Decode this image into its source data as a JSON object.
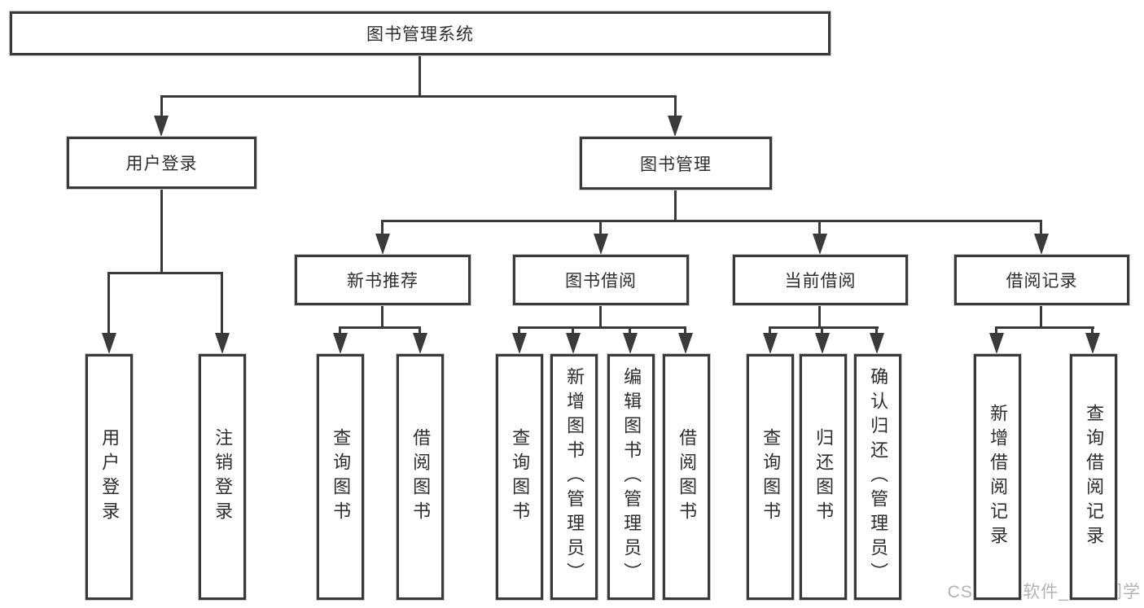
{
  "tree": {
    "label": "图书管理系统",
    "children": [
      {
        "label": "用户登录",
        "children": [
          {
            "label": "用户登录"
          },
          {
            "label": "注销登录"
          }
        ]
      },
      {
        "label": "图书管理",
        "children": [
          {
            "label": "新书推荐",
            "children": [
              {
                "label": "查询图书"
              },
              {
                "label": "借阅图书"
              }
            ]
          },
          {
            "label": "图书借阅",
            "children": [
              {
                "label": "查询图书"
              },
              {
                "label": "新增图书（管理员）"
              },
              {
                "label": "编辑图书（管理员）"
              },
              {
                "label": "借阅图书"
              }
            ]
          },
          {
            "label": "当前借阅",
            "children": [
              {
                "label": "查询图书"
              },
              {
                "label": "归还图书"
              },
              {
                "label": "确认归还（管理员）"
              }
            ]
          },
          {
            "label": "借阅记录",
            "children": [
              {
                "label": "新增借阅记录"
              },
              {
                "label": "查询借阅记录"
              }
            ]
          }
        ]
      }
    ]
  },
  "watermark": {
    "text": "CSDN @软件_小贺同学"
  },
  "colors": {
    "line": "#3a3a3a",
    "text": "#2d2d2d",
    "background": "#ffffff",
    "watermark": "#b3b3b3"
  }
}
